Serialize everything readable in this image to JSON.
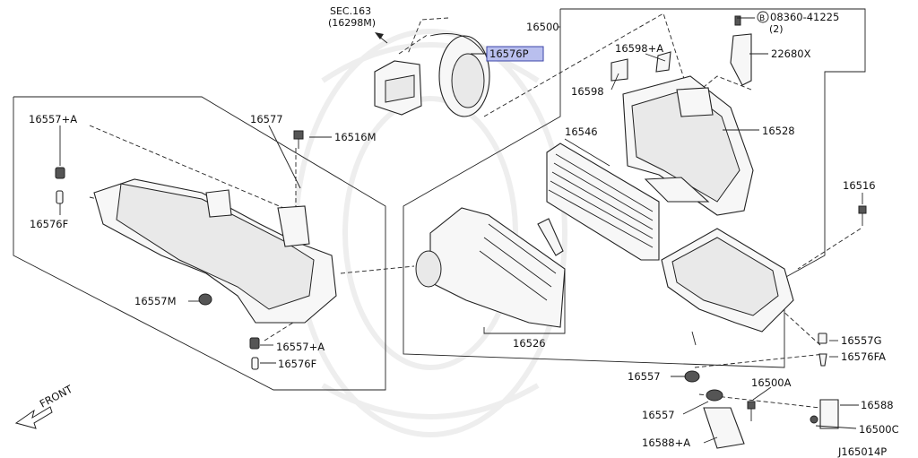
{
  "diagram": {
    "reference_code": "J165014P",
    "front_arrow_label": "FRONT",
    "sec_ref": {
      "line1": "SEC.163",
      "line2": "(16298M)"
    },
    "highlight_color": "#b9bfee",
    "parts": [
      {
        "id": "p16576P",
        "label": "16576P",
        "highlighted": true
      },
      {
        "id": "p16500",
        "label": "16500"
      },
      {
        "id": "p08360",
        "label": "08360-41225"
      },
      {
        "id": "p08360qty",
        "label": "(2)"
      },
      {
        "id": "p08360sym",
        "label": "B"
      },
      {
        "id": "p22680X",
        "label": "22680X"
      },
      {
        "id": "p16598A",
        "label": "16598+A"
      },
      {
        "id": "p16598",
        "label": "16598"
      },
      {
        "id": "p16528",
        "label": "16528"
      },
      {
        "id": "p16546",
        "label": "16546"
      },
      {
        "id": "p16516",
        "label": "16516"
      },
      {
        "id": "p16577",
        "label": "16577"
      },
      {
        "id": "p16557A_top",
        "label": "16557+A"
      },
      {
        "id": "p16516M",
        "label": "16516M"
      },
      {
        "id": "p16576F_top",
        "label": "16576F"
      },
      {
        "id": "p16557M",
        "label": "16557M"
      },
      {
        "id": "p16557A_bot",
        "label": "16557+A"
      },
      {
        "id": "p16576F_bot",
        "label": "16576F"
      },
      {
        "id": "p16526",
        "label": "16526"
      },
      {
        "id": "p16557G",
        "label": "16557G"
      },
      {
        "id": "p16576FA",
        "label": "16576FA"
      },
      {
        "id": "p16557_a",
        "label": "16557"
      },
      {
        "id": "p16557_b",
        "label": "16557"
      },
      {
        "id": "p16500A",
        "label": "16500A"
      },
      {
        "id": "p16588",
        "label": "16588"
      },
      {
        "id": "p16500C",
        "label": "16500C"
      },
      {
        "id": "p16588A",
        "label": "16588+A"
      }
    ]
  }
}
